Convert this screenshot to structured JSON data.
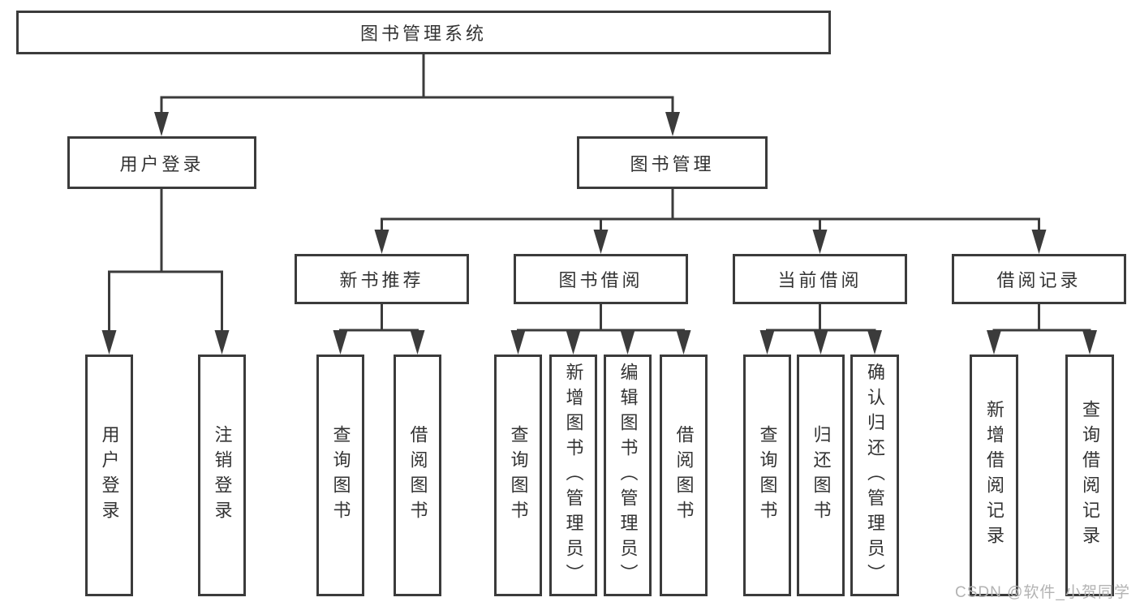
{
  "diagram": {
    "type": "tree",
    "orientation": "top-down",
    "tree": {
      "label": "图书管理系统",
      "children": [
        {
          "label": "用户登录",
          "children": [
            {
              "label": "用户登录"
            },
            {
              "label": "注销登录"
            }
          ]
        },
        {
          "label": "图书管理",
          "children": [
            {
              "label": "新书推荐",
              "children": [
                {
                  "label": "查询图书"
                },
                {
                  "label": "借阅图书"
                }
              ]
            },
            {
              "label": "图书借阅",
              "children": [
                {
                  "label": "查询图书"
                },
                {
                  "label": "新增图书（管理员）"
                },
                {
                  "label": "编辑图书（管理员）"
                },
                {
                  "label": "借阅图书"
                }
              ]
            },
            {
              "label": "当前借阅",
              "children": [
                {
                  "label": "查询图书"
                },
                {
                  "label": "归还图书"
                },
                {
                  "label": "确认归还（管理员）"
                }
              ]
            },
            {
              "label": "借阅记录",
              "children": [
                {
                  "label": "新增借阅记录"
                },
                {
                  "label": "查询借阅记录"
                }
              ]
            }
          ]
        }
      ]
    },
    "colors": {
      "line": "#3b3b3b",
      "box_border": "#3b3b3b",
      "text": "#333333",
      "background": "#ffffff",
      "watermark": "#b3b3b3"
    }
  },
  "watermark": {
    "text": "CSDN @软件_小贺同学"
  }
}
